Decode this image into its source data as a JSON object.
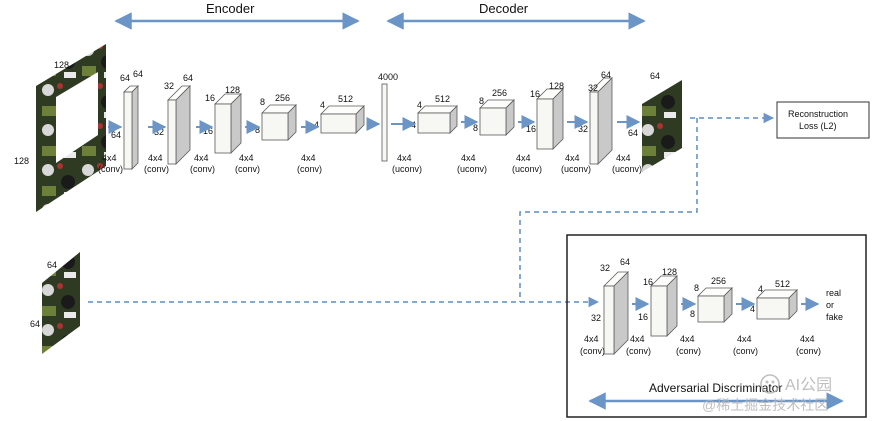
{
  "sections": {
    "encoder": "Encoder",
    "decoder": "Decoder",
    "discriminator": "Adversarial Discriminator"
  },
  "input_image": {
    "top_dim": "128",
    "left_dim": "128"
  },
  "encoder_blocks": [
    {
      "top": "64",
      "left": "64",
      "side": "64",
      "op": "4x4",
      "op_type": "(conv)"
    },
    {
      "top": "64",
      "left": "32",
      "side": "32",
      "op": "4x4",
      "op_type": "(conv)"
    },
    {
      "top": "128",
      "left": "16",
      "side": "16",
      "op": "4x4",
      "op_type": "(conv)"
    },
    {
      "top": "256",
      "left": "8",
      "side": "8",
      "op": "4x4",
      "op_type": "(conv)"
    },
    {
      "top": "512",
      "left": "4",
      "side": "4",
      "op": "4x4",
      "op_type": "(conv)"
    }
  ],
  "bottleneck": {
    "label": "4000"
  },
  "decoder_blocks": [
    {
      "top": "512",
      "left": "4",
      "side": "4",
      "op": "4x4",
      "op_type": "(uconv)"
    },
    {
      "top": "256",
      "left": "8",
      "side": "8",
      "op": "4x4",
      "op_type": "(uconv)"
    },
    {
      "top": "128",
      "left": "16",
      "side": "16",
      "op": "4x4",
      "op_type": "(uconv)"
    },
    {
      "top": "64",
      "left": "32",
      "side": "32",
      "op": "4x4",
      "op_type": "(uconv)"
    },
    {
      "top": "",
      "left": "",
      "side": "",
      "op": "4x4",
      "op_type": "(uconv)"
    }
  ],
  "output_image": {
    "top_dim": "64",
    "left_dim": "64"
  },
  "loss_box": {
    "line1": "Reconstruction",
    "line2": "Loss (L2)"
  },
  "real_image": {
    "top_dim": "64",
    "left_dim": "64"
  },
  "discriminator_blocks": [
    {
      "top": "64",
      "left": "32",
      "side": "32",
      "op": "4x4",
      "op_type": "(conv)"
    },
    {
      "top": "128",
      "left": "16",
      "side": "16",
      "op": "4x4",
      "op_type": "(conv)"
    },
    {
      "top": "256",
      "left": "8",
      "side": "8",
      "op": "4x4",
      "op_type": "(conv)"
    },
    {
      "top": "512",
      "left": "4",
      "side": "4",
      "op": "4x4",
      "op_type": "(conv)"
    },
    {
      "top": "",
      "left": "",
      "side": "",
      "op": "4x4",
      "op_type": "(conv)"
    }
  ],
  "output_label": {
    "line1": "real",
    "line2": "or",
    "line3": "fake"
  },
  "watermark": {
    "line1": "AI公园",
    "line2": "@稀土掘金技术社区"
  },
  "colors": {
    "arrow": "#6b95c6",
    "box_face": "#f7f7f4",
    "box_top": "#fdfdfb",
    "box_side": "#c9c9c9",
    "dash": "#5d8ec4"
  }
}
